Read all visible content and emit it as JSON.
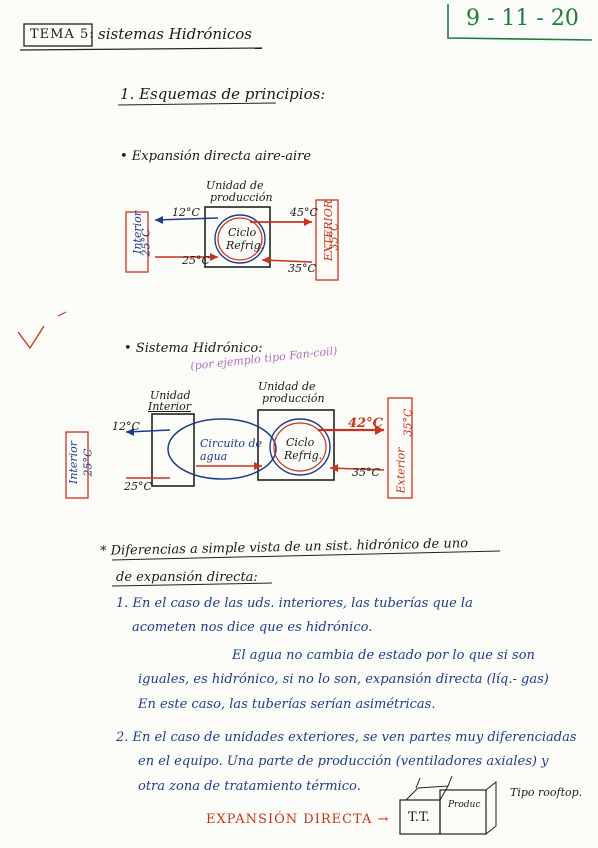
{
  "header": {
    "topic_box": "TEMA 5:",
    "topic_title": "sistemas Hidrónicos",
    "date": "9 - 11 - 20"
  },
  "section1": {
    "heading": "1. Esquemas de principios:",
    "bullet_direct": "• Expansión directa aire-aire",
    "fig1": {
      "unit_label_1": "Unidad de",
      "unit_label_2": "producción",
      "cycle_1": "Ciclo",
      "cycle_2": "Refrig.",
      "interior_1": "Interior",
      "interior_2": "25°C",
      "exterior_1": "EXTERIOR",
      "exterior_2": "35°C",
      "t_in_top": "12°C",
      "t_in_bottom": "25°C",
      "t_out_top": "45°C",
      "t_out_bottom": "35°C"
    },
    "bullet_hydronic": "• Sistema Hidrónico:",
    "hydronic_note": "(por ejemplo tipo Fan-coil)",
    "fig2": {
      "indoor_unit_1": "Unidad",
      "indoor_unit_2": "Interior",
      "prod_unit_1": "Unidad de",
      "prod_unit_2": "producción",
      "water_circuit_1": "Circuito de",
      "water_circuit_2": "agua",
      "cycle_1": "Ciclo",
      "cycle_2": "Refrig.",
      "interior_1": "Interior",
      "interior_2": "25°C",
      "exterior_1": "Exterior",
      "exterior_2": "35°C",
      "t_in_top": "12°C",
      "t_in_bottom": "25°C",
      "t_out_top": "42°C",
      "t_out_bottom": "35°C"
    }
  },
  "differences": {
    "heading_1": "* Diferencias a simple vista de un sist. hidrónico de uno",
    "heading_2": "de expansión directa:",
    "p1_l1": "1. En el caso de las uds. interiores, las tuberías que la",
    "p1_l2": "acometen nos dice que es hidrónico.",
    "p1_l3": "El agua no cambia de estado por lo que si son",
    "p1_l4": "iguales, es hidrónico, si no lo son, expansión directa (líq.- gas)",
    "p1_l5": "En este caso, las tuberías serían asimétricas.",
    "p2_l1": "2. En el caso de unidades exteriores, se ven partes muy diferenciadas",
    "p2_l2": "en el equipo. Una parte de producción (ventiladores axiales) y",
    "p2_l3": "otra zona de tratamiento térmico.",
    "rooftop_label": "Tipo rooftop.",
    "prod_small": "Produc",
    "tt_small": "T.T.",
    "direct_expansion_label": "EXPANSIÓN DIRECTA →"
  }
}
